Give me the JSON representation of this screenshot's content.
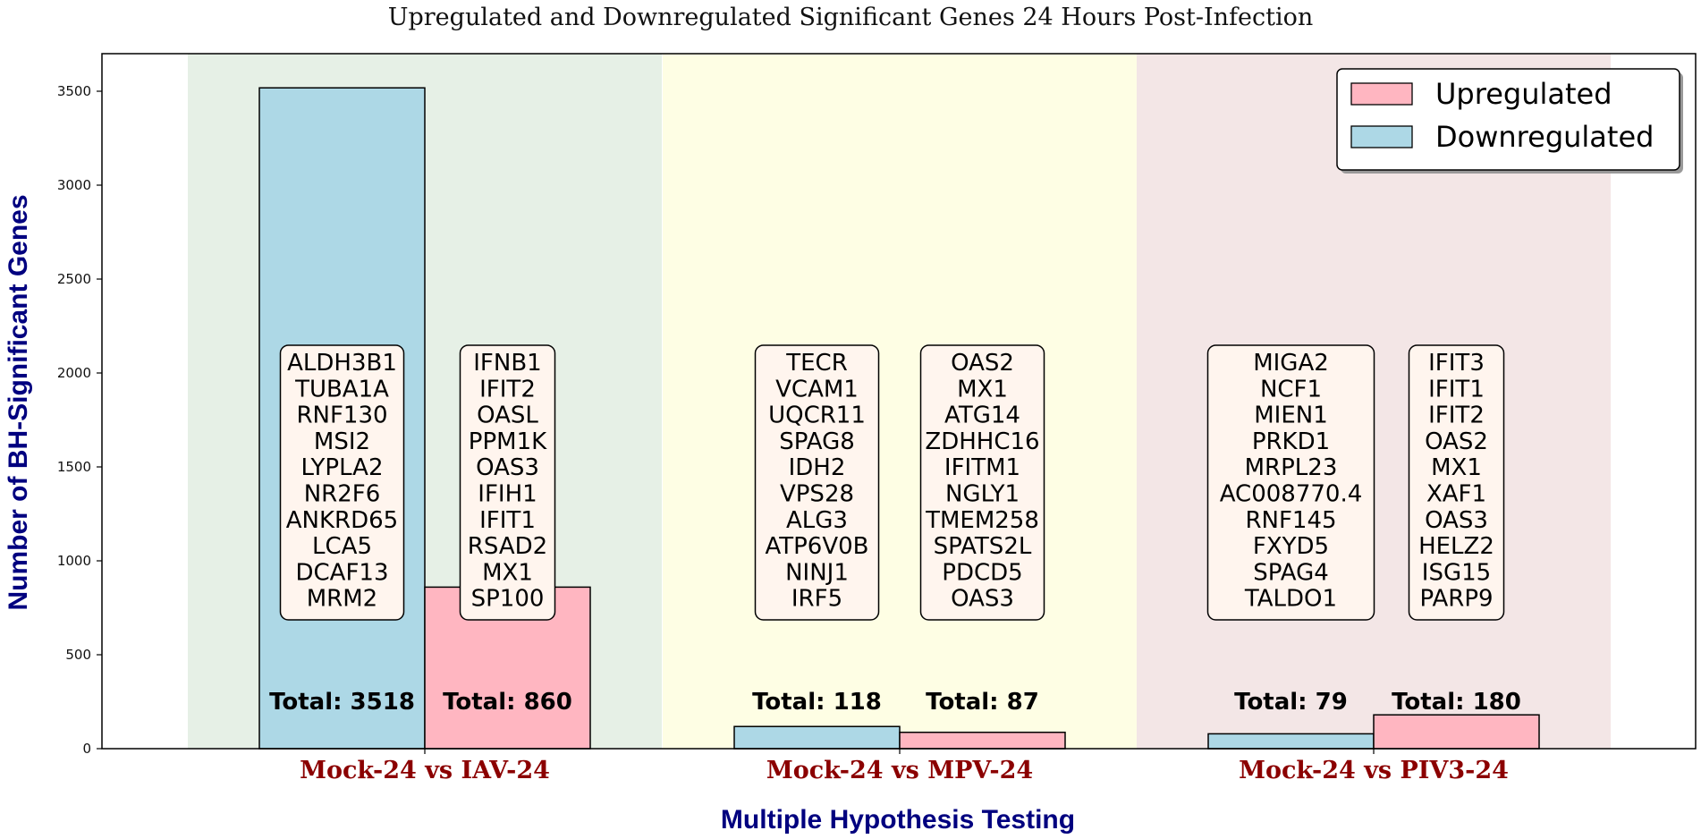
{
  "chart_data": {
    "type": "bar",
    "title": "Upregulated and Downregulated Significant Genes 24 Hours Post-Infection",
    "xlabel": "Multiple Hypothesis Testing",
    "ylabel": "Number of BH-Significant Genes",
    "ylim": [
      0,
      3700
    ],
    "yticks": [
      0,
      500,
      1000,
      1500,
      2000,
      2500,
      3000,
      3500
    ],
    "categories": [
      "Mock-24 vs IAV-24",
      "Mock-24 vs MPV-24",
      "Mock-24 vs PIV3-24"
    ],
    "category_backgrounds": [
      "#e6f0e6",
      "#fefee4",
      "#f3e6e6"
    ],
    "series": [
      {
        "name": "Downregulated",
        "color": "#add8e6",
        "values": [
          3518,
          118,
          79
        ],
        "total_labels": [
          "Total: 3518",
          "Total: 118",
          "Total: 79"
        ],
        "top_genes": [
          [
            "ALDH3B1",
            "TUBA1A",
            "RNF130",
            "MSI2",
            "LYPLA2",
            "NR2F6",
            "ANKRD65",
            "LCA5",
            "DCAF13",
            "MRM2"
          ],
          [
            "TECR",
            "VCAM1",
            "UQCR11",
            "SPAG8",
            "IDH2",
            "VPS28",
            "ALG3",
            "ATP6V0B",
            "NINJ1",
            "IRF5"
          ],
          [
            "MIGA2",
            "NCF1",
            "MIEN1",
            "PRKD1",
            "MRPL23",
            "AC008770.4",
            "RNF145",
            "FXYD5",
            "SPAG4",
            "TALDO1"
          ]
        ]
      },
      {
        "name": "Upregulated",
        "color": "#ffb6c1",
        "values": [
          860,
          87,
          180
        ],
        "total_labels": [
          "Total: 860",
          "Total: 87",
          "Total: 180"
        ],
        "top_genes": [
          [
            "IFNB1",
            "IFIT2",
            "OASL",
            "PPM1K",
            "OAS3",
            "IFIH1",
            "IFIT1",
            "RSAD2",
            "MX1",
            "SP100"
          ],
          [
            "OAS2",
            "MX1",
            "ATG14",
            "ZDHHC16",
            "IFITM1",
            "NGLY1",
            "TMEM258",
            "SPATS2L",
            "PDCD5",
            "OAS3"
          ],
          [
            "IFIT3",
            "IFIT1",
            "IFIT2",
            "OAS2",
            "MX1",
            "XAF1",
            "OAS3",
            "HELZ2",
            "ISG15",
            "PARP9"
          ]
        ]
      }
    ],
    "legend": {
      "position": "top-right",
      "entries": [
        {
          "name": "Upregulated",
          "color": "#ffb6c1"
        },
        {
          "name": "Downregulated",
          "color": "#add8e6"
        }
      ]
    },
    "grid": false
  }
}
